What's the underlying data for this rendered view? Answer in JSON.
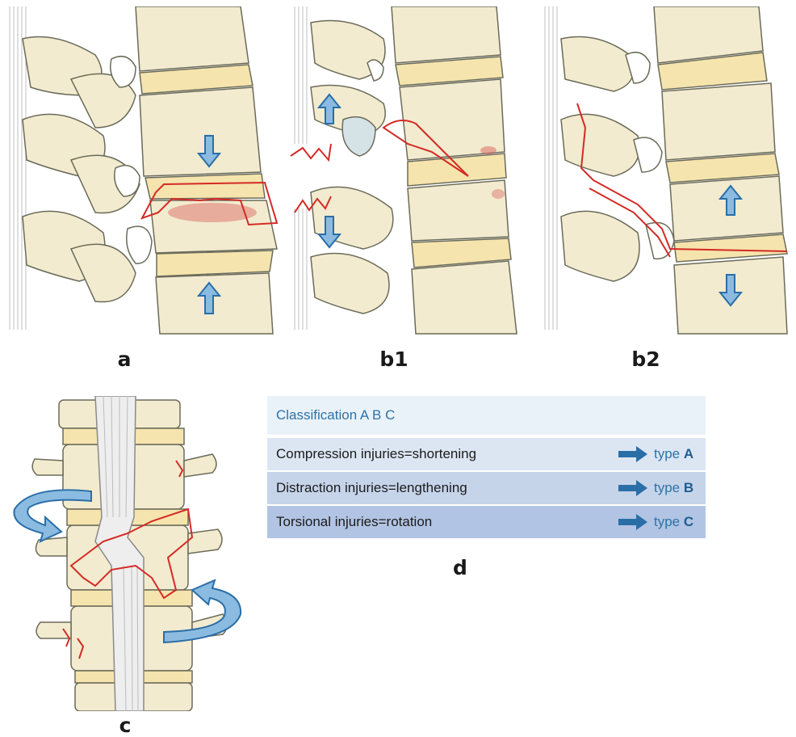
{
  "captions": {
    "a": "a",
    "b1": "b1",
    "b2": "b2",
    "c": "c",
    "d": "d"
  },
  "table": {
    "header": "Classification A B C",
    "rows": [
      {
        "label": "Compression injuries=shortening",
        "type_prefix": "type",
        "type_letter": "A"
      },
      {
        "label": "Distraction injuries=lengthening",
        "type_prefix": "type",
        "type_letter": "B"
      },
      {
        "label": "Torsional injuries=rotation",
        "type_prefix": "type",
        "type_letter": "C"
      }
    ]
  },
  "colors": {
    "bone": "#f2ebcf",
    "bone_dark": "#d9cfa8",
    "disc": "#f5e4ad",
    "ligament": "#c9c9c9",
    "fracture": "#d42a25",
    "arrow": "#8bbbe0",
    "arrow_stroke": "#2a6ea8",
    "type_arrow": "#2a6ea8"
  }
}
